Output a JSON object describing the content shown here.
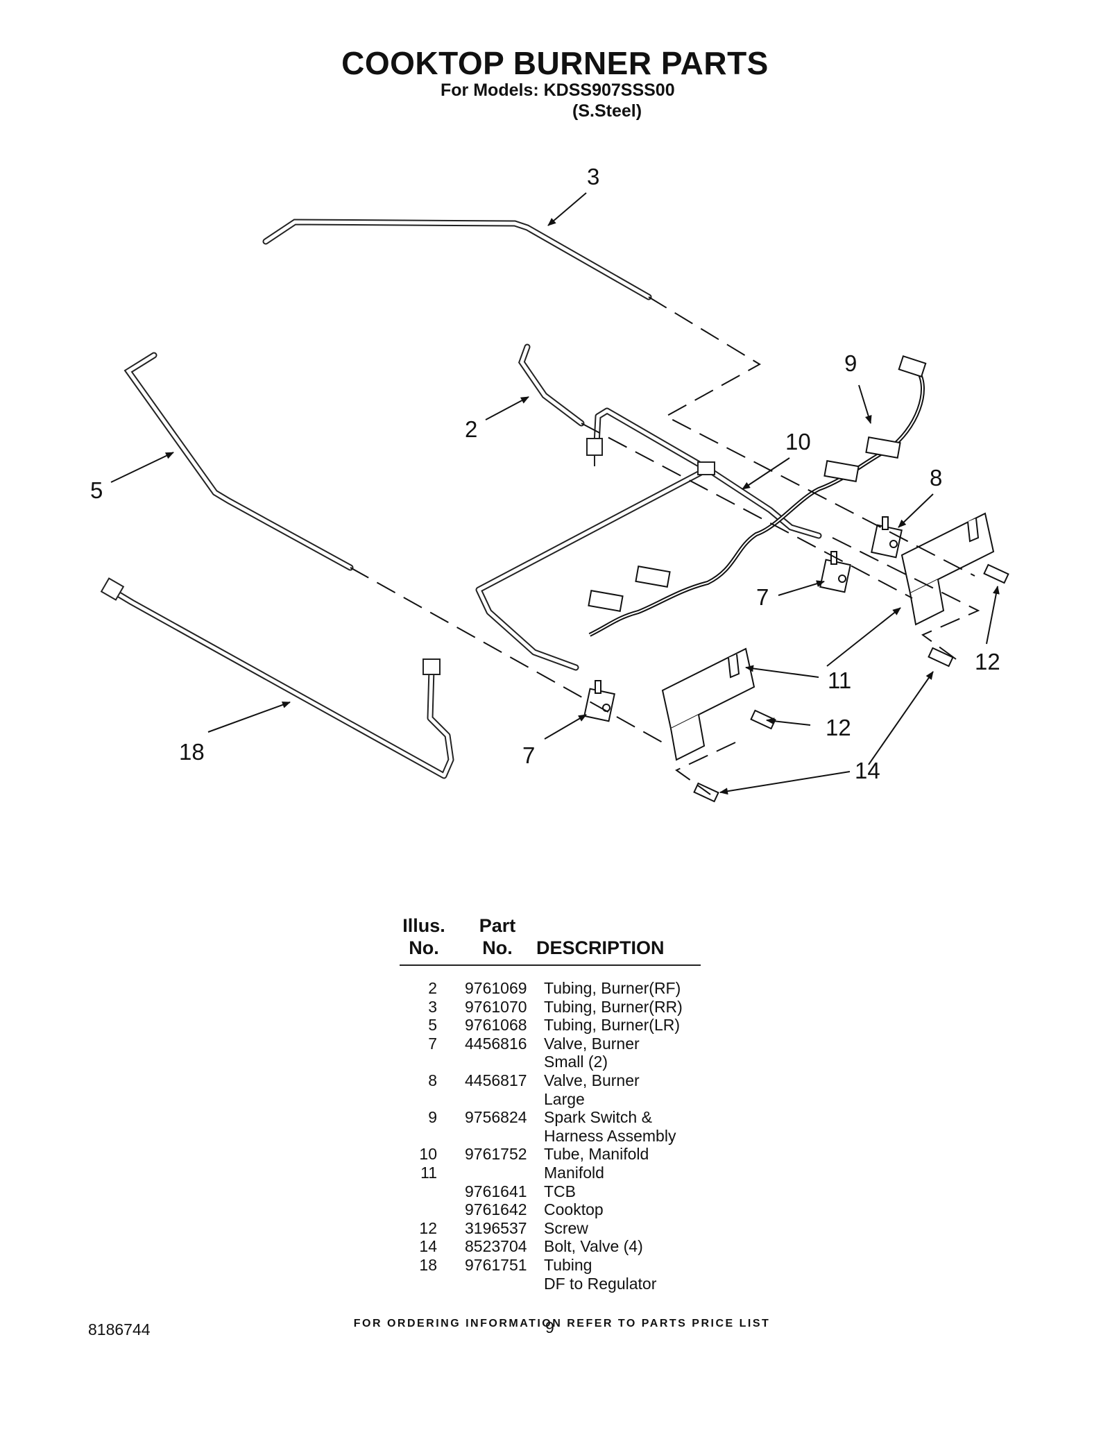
{
  "header": {
    "title": "COOKTOP BURNER PARTS",
    "models_line": "For Models: KDSS907SSS00",
    "finish": "(S.Steel)"
  },
  "diagram": {
    "callouts": [
      "3",
      "9",
      "2",
      "10",
      "5",
      "8",
      "7",
      "11",
      "12",
      "12",
      "7",
      "18",
      "14"
    ]
  },
  "parts_table": {
    "headers": {
      "illus_top": "Illus.",
      "illus_bottom": "No.",
      "part_top": "Part",
      "part_bottom": "No.",
      "description": "DESCRIPTION"
    },
    "rows": [
      {
        "illus": "2",
        "part": "9761069",
        "desc": "Tubing, Burner(RF)"
      },
      {
        "illus": "3",
        "part": "9761070",
        "desc": "Tubing, Burner(RR)"
      },
      {
        "illus": "5",
        "part": "9761068",
        "desc": "Tubing, Burner(LR)"
      },
      {
        "illus": "7",
        "part": "4456816",
        "desc": "Valve, Burner"
      },
      {
        "illus": "",
        "part": "",
        "desc": "Small (2)"
      },
      {
        "illus": "8",
        "part": "4456817",
        "desc": "Valve, Burner"
      },
      {
        "illus": "",
        "part": "",
        "desc": "Large"
      },
      {
        "illus": "9",
        "part": "9756824",
        "desc": "Spark Switch &"
      },
      {
        "illus": "",
        "part": "",
        "desc": "Harness Assembly"
      },
      {
        "illus": "10",
        "part": "9761752",
        "desc": "Tube, Manifold"
      },
      {
        "illus": "11",
        "part": "",
        "desc": "Manifold"
      },
      {
        "illus": "",
        "part": "9761641",
        "desc": "TCB"
      },
      {
        "illus": "",
        "part": "9761642",
        "desc": "Cooktop"
      },
      {
        "illus": "12",
        "part": "3196537",
        "desc": "Screw"
      },
      {
        "illus": "14",
        "part": "8523704",
        "desc": "Bolt, Valve (4)"
      },
      {
        "illus": "18",
        "part": "9761751",
        "desc": "Tubing"
      },
      {
        "illus": "",
        "part": "",
        "desc": "DF to Regulator"
      }
    ]
  },
  "footer": {
    "note": "FOR ORDERING INFORMATION REFER TO PARTS PRICE LIST",
    "doc_number": "8186744",
    "page_number": "9"
  }
}
